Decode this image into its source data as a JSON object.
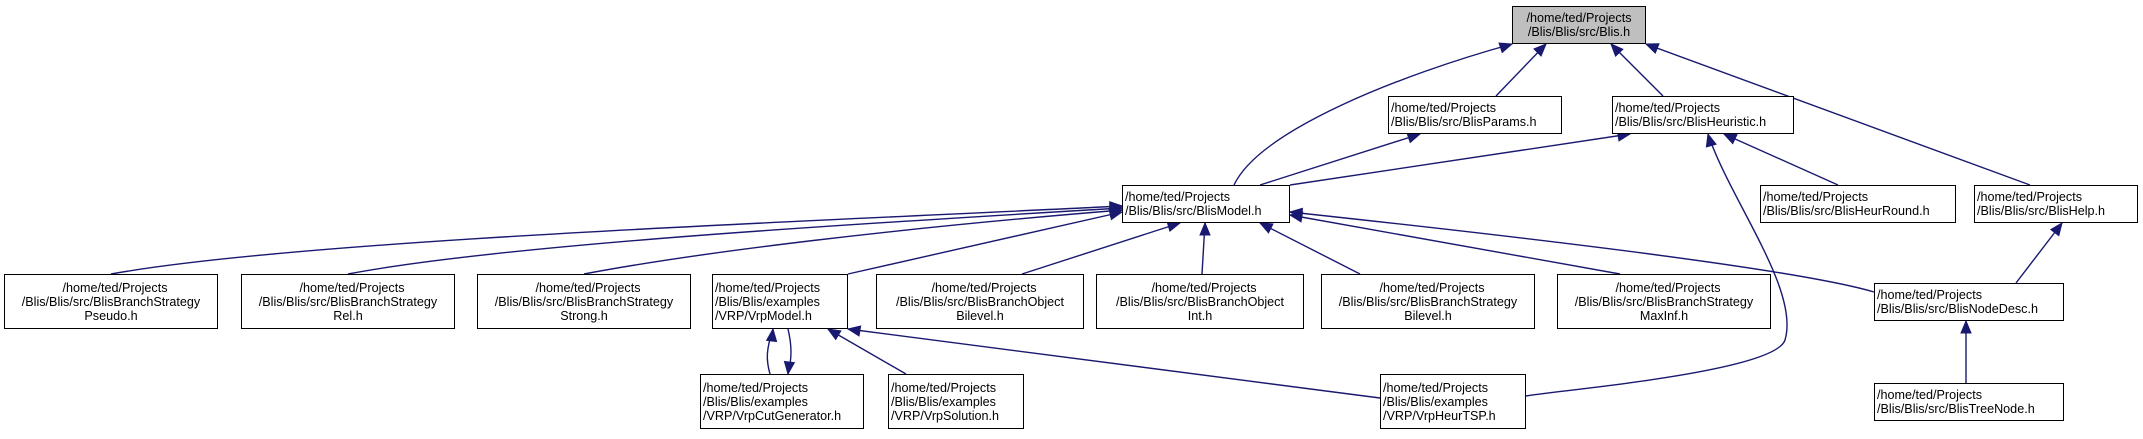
{
  "graph": {
    "colors": {
      "edge": "#191970",
      "root_fill": "#bfbfbf",
      "node_fill": "#ffffff",
      "border": "#000000"
    },
    "nodes": {
      "blis": {
        "lines": [
          "/home/ted/Projects",
          "/Blis/Blis/src/Blis.h"
        ],
        "root": true
      },
      "params": {
        "lines": [
          "/home/ted/Projects",
          "/Blis/Blis/src/BlisParams.h"
        ]
      },
      "heuristic": {
        "lines": [
          "/home/ted/Projects",
          "/Blis/Blis/src/BlisHeuristic.h"
        ]
      },
      "model": {
        "lines": [
          "/home/ted/Projects",
          "/Blis/Blis/src/BlisModel.h"
        ]
      },
      "heurround": {
        "lines": [
          "/home/ted/Projects",
          "/Blis/Blis/src/BlisHeurRound.h"
        ]
      },
      "help": {
        "lines": [
          "/home/ted/Projects",
          "/Blis/Blis/src/BlisHelp.h"
        ]
      },
      "pseudo": {
        "lines": [
          "/home/ted/Projects",
          "/Blis/Blis/src/BlisBranchStrategy",
          "Pseudo.h"
        ]
      },
      "rel": {
        "lines": [
          "/home/ted/Projects",
          "/Blis/Blis/src/BlisBranchStrategy",
          "Rel.h"
        ]
      },
      "strong": {
        "lines": [
          "/home/ted/Projects",
          "/Blis/Blis/src/BlisBranchStrategy",
          "Strong.h"
        ]
      },
      "vrpmodel": {
        "lines": [
          "/home/ted/Projects",
          "/Blis/Blis/examples",
          "/VRP/VrpModel.h"
        ]
      },
      "objbilevel": {
        "lines": [
          "/home/ted/Projects",
          "/Blis/Blis/src/BlisBranchObject",
          "Bilevel.h"
        ]
      },
      "objint": {
        "lines": [
          "/home/ted/Projects",
          "/Blis/Blis/src/BlisBranchObject",
          "Int.h"
        ]
      },
      "stratbilevel": {
        "lines": [
          "/home/ted/Projects",
          "/Blis/Blis/src/BlisBranchStrategy",
          "Bilevel.h"
        ]
      },
      "maxinf": {
        "lines": [
          "/home/ted/Projects",
          "/Blis/Blis/src/BlisBranchStrategy",
          "MaxInf.h"
        ]
      },
      "nodedesc": {
        "lines": [
          "/home/ted/Projects",
          "/Blis/Blis/src/BlisNodeDesc.h"
        ]
      },
      "cutgen": {
        "lines": [
          "/home/ted/Projects",
          "/Blis/Blis/examples",
          "/VRP/VrpCutGenerator.h"
        ]
      },
      "solution": {
        "lines": [
          "/home/ted/Projects",
          "/Blis/Blis/examples",
          "/VRP/VrpSolution.h"
        ]
      },
      "heurtsp": {
        "lines": [
          "/home/ted/Projects",
          "/Blis/Blis/examples",
          "/VRP/VrpHeurTSP.h"
        ]
      },
      "treenode": {
        "lines": [
          "/home/ted/Projects",
          "/Blis/Blis/src/BlisTreeNode.h"
        ]
      }
    }
  }
}
